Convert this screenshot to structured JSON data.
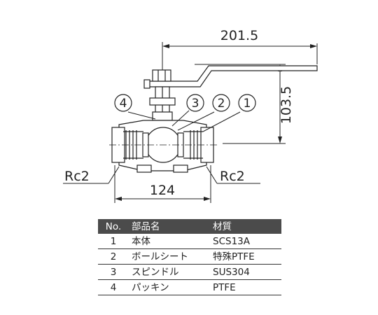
{
  "drawing": {
    "dim_length": "201.5",
    "dim_height": "103.5",
    "dim_width": "124",
    "thread_left": "Rc2",
    "thread_right": "Rc2",
    "callouts": [
      "4",
      "3",
      "2",
      "1"
    ]
  },
  "table": {
    "headers": [
      "No.",
      "部品名",
      "材質"
    ],
    "rows": [
      {
        "no": "1",
        "name": "本体",
        "material": "SCS13A"
      },
      {
        "no": "2",
        "name": "ボールシート",
        "material": "特殊PTFE"
      },
      {
        "no": "3",
        "name": "スピンドル",
        "material": "SUS304"
      },
      {
        "no": "4",
        "name": "パッキン",
        "material": "PTFE"
      }
    ]
  }
}
